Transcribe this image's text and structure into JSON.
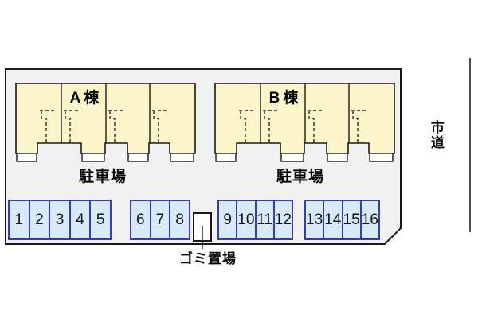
{
  "plan": {
    "buildings": [
      {
        "label": "A棟"
      },
      {
        "label": "B棟"
      }
    ],
    "parking_lots": [
      {
        "label": "駐車場"
      },
      {
        "label": "駐車場"
      }
    ],
    "garbage_area_label": "ゴミ置場",
    "road_label": "市道",
    "parking_groups": [
      {
        "spaces": [
          "1",
          "2",
          "3",
          "4",
          "5"
        ]
      },
      {
        "spaces": [
          "6",
          "7",
          "8"
        ]
      },
      {
        "spaces": [
          "9",
          "10",
          "11",
          "12"
        ]
      },
      {
        "spaces": [
          "13",
          "14",
          "15",
          "16"
        ]
      }
    ],
    "colors": {
      "building-fill": "#FBF5C9",
      "site-fill": "#F1F1F1",
      "outline": "#1A1A1A",
      "parking-fill": "#D7EAF9",
      "parking-border": "#3939BE",
      "label-color": "#000000"
    }
  }
}
